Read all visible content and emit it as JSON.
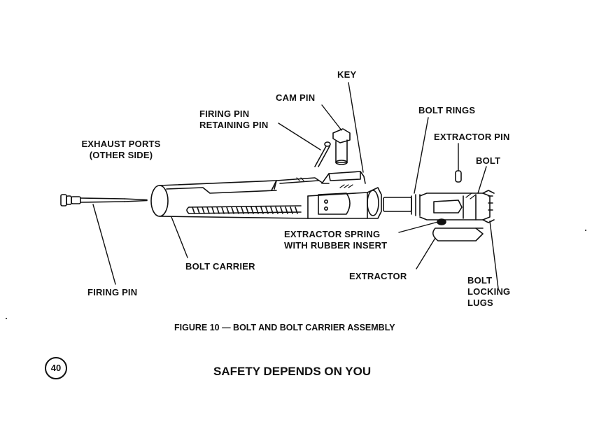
{
  "labels": {
    "key": "KEY",
    "cam_pin": "CAM PIN",
    "firing_pin_retaining_pin": [
      "FIRING PIN",
      "RETAINING PIN"
    ],
    "bolt_rings": "BOLT RINGS",
    "exhaust_ports": [
      "EXHAUST PORTS",
      "(OTHER SIDE)"
    ],
    "extractor_pin": "EXTRACTOR PIN",
    "bolt": "BOLT",
    "extractor_spring": [
      "EXTRACTOR SPRING",
      "WITH RUBBER INSERT"
    ],
    "bolt_carrier": "BOLT CARRIER",
    "extractor": "EXTRACTOR",
    "bolt_locking_lugs": [
      "BOLT",
      "LOCKING",
      "LUGS"
    ],
    "firing_pin": "FIRING PIN"
  },
  "caption": "FIGURE 10 — BOLT AND BOLT CARRIER ASSEMBLY",
  "footer": "SAFETY DEPENDS ON YOU",
  "page_number": "40"
}
